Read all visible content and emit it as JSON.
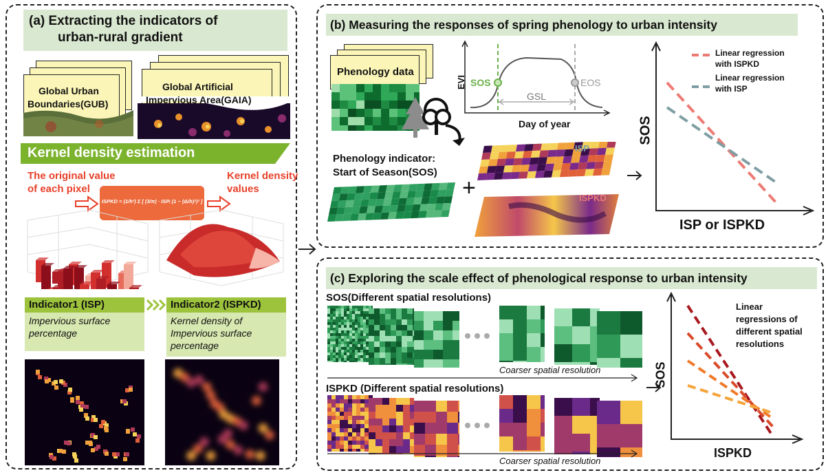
{
  "panel_a": {
    "title_line1": "(a) Extracting the indicators of",
    "title_line2": "urban-rural gradient",
    "gub_label_line1": "Global Urban",
    "gub_label_line2": "Boundaries(GUB)",
    "gaia_label_line1": "Global Artificial",
    "gaia_label_line2": "Impervious Area(GAIA)",
    "kde_title": "Kernel density estimation",
    "original_value_line1": "The original value",
    "original_value_line2": "of each pixel",
    "kernel_values_line1": "Kernel density",
    "kernel_values_line2": "values",
    "formula": "ISPKD = (1/h²) Σ [ (3/π) · ISPᵢ (1 − (dᵢ/h)²)² ]",
    "indicator1_title": "Indicator1 (ISP)",
    "indicator1_desc_line1": "Impervious surface",
    "indicator1_desc_line2": "percentage",
    "indicator2_title": "Indicator2 (ISPKD)",
    "indicator2_desc_line1": "Kernel density of",
    "indicator2_desc_line2": "Impervious surface",
    "indicator2_desc_line3": "percentage"
  },
  "panel_b": {
    "title": "(b) Measuring the responses of spring phenology to urban intensity",
    "phenology_data": "Phenology data",
    "evi_label": "EVI",
    "sos_label": "SOS",
    "eos_label": "EOS",
    "gsl_label": "GSL",
    "day_of_year": "Day of year",
    "indicator_line1": "Phenology indicator:",
    "indicator_line2": "Start of Season(SOS)",
    "isp_label": "ISP",
    "ispkd_label": "ISPKD",
    "plus": "+",
    "legend1_line1": "Linear regression",
    "legend1_line2": "with ISPKD",
    "legend2_line1": "Linear regression",
    "legend2_line2": "with ISP",
    "y_axis": "SOS",
    "x_axis": "ISP or ISPKD"
  },
  "panel_c": {
    "title": "(c) Exploring the scale effect of phenological response to urban intensity",
    "sos_resolutions": "SOS(Different spatial resolutions)",
    "ispkd_resolutions": "ISPKD (Different spatial resolutions)",
    "coarser_1": "Coarser spatial resolution",
    "coarser_2": "Coarser spatial resolution",
    "legend_line1": "Linear",
    "legend_line2": "regressions of",
    "legend_line3": "different spatial",
    "legend_line4": "resolutions",
    "y_axis": "SOS",
    "x_axis": "ISPKD"
  },
  "colors": {
    "header_bg": "#d9e8d0",
    "kde_bar": "#7cb32d",
    "indicator_bar": "#9cc33b",
    "red_text": "#e8402a",
    "ispkd_line": "#ec7b74",
    "isp_line": "#7f9ea3"
  }
}
